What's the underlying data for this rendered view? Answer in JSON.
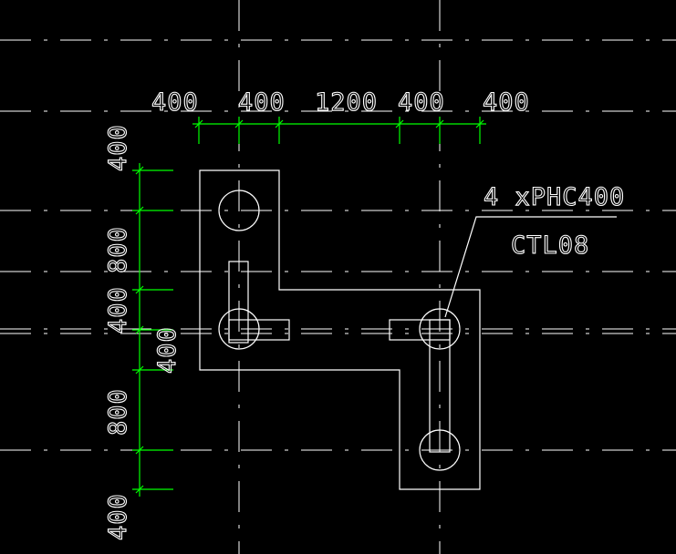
{
  "drawing": {
    "colors": {
      "background": "#000000",
      "geometry": "#ffffff",
      "dimension": "#00ff00"
    },
    "top_dimensions": [
      "400",
      "400",
      "1200",
      "400",
      "400"
    ],
    "left_dimensions": [
      "400",
      "800",
      "400",
      "400",
      "800",
      "400"
    ],
    "pile_annotation": {
      "line1": "4 xPHC400",
      "line2": "CTL08"
    }
  }
}
